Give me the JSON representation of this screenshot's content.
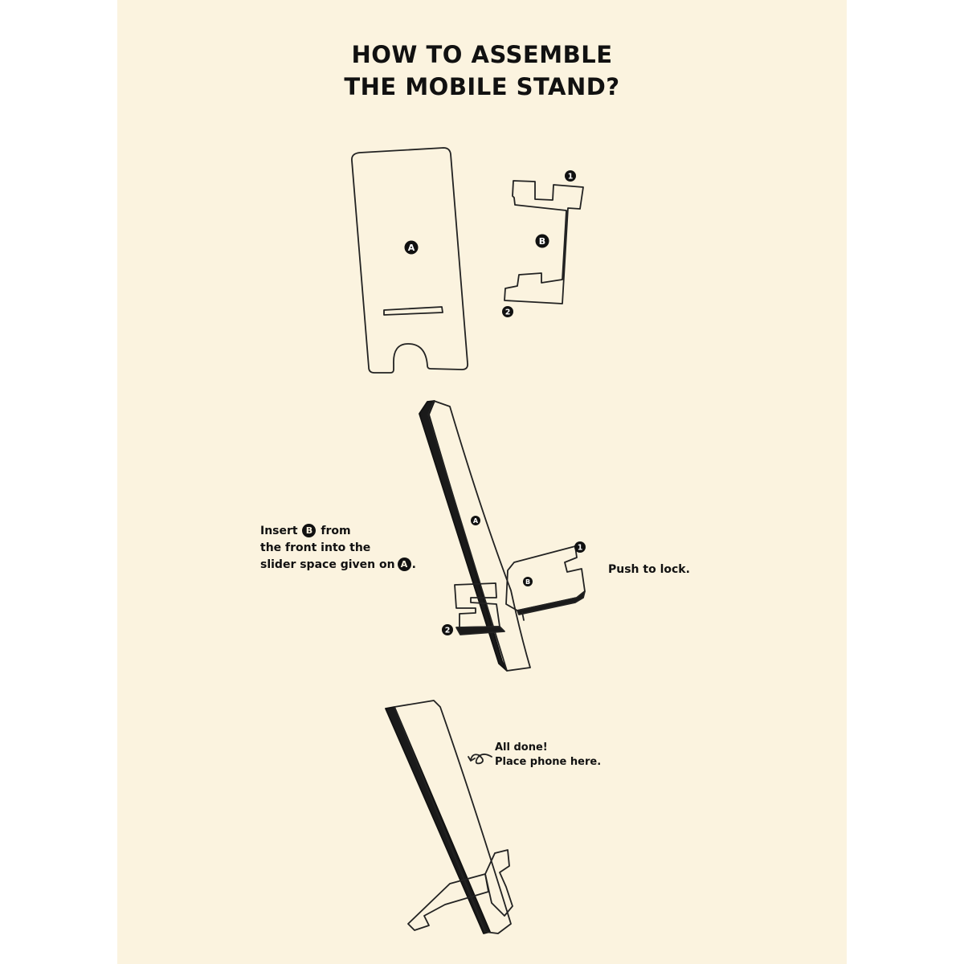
{
  "title": {
    "line1": "HOW TO ASSEMBLE",
    "line2": "THE MOBILE STAND?"
  },
  "parts": {
    "a": "A",
    "b": "B",
    "n1": "1",
    "n2": "2"
  },
  "step2": {
    "insert_before": "Insert",
    "insert_badge": "B",
    "insert_line1_after": "from",
    "insert_line2": "the front into the",
    "insert_line3_before": "slider space given on",
    "insert_badge_2": "A",
    "insert_line3_after": ".",
    "push": "Push to lock."
  },
  "step3": {
    "done_line1": "All done!",
    "done_line2": "Place phone here."
  },
  "colors": {
    "background": "#fbf3df",
    "ink": "#111111"
  }
}
